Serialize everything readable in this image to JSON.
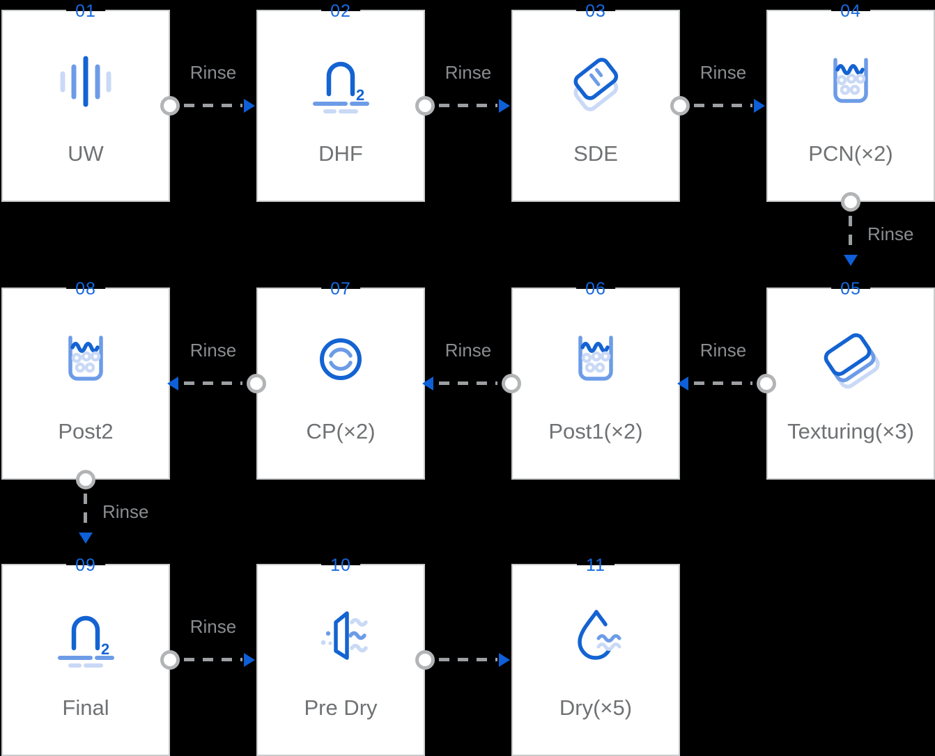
{
  "diagram": {
    "title": "wet-process-flow",
    "steps": [
      {
        "number": "01",
        "label": "UW",
        "icon": "ultrasonic-waves-icon",
        "col": 0,
        "row": 0
      },
      {
        "number": "02",
        "label": "DHF",
        "icon": "hf-bath-icon",
        "col": 1,
        "row": 0
      },
      {
        "number": "03",
        "label": "SDE",
        "icon": "wafer-etch-icon",
        "col": 2,
        "row": 0
      },
      {
        "number": "04",
        "label": "PCN(×2)",
        "icon": "chemical-tank-icon",
        "col": 3,
        "row": 0
      },
      {
        "number": "05",
        "label": "Texturing(×3)",
        "icon": "wafer-stack-icon",
        "col": 3,
        "row": 1
      },
      {
        "number": "06",
        "label": "Post1(×2)",
        "icon": "chemical-tank-icon",
        "col": 2,
        "row": 1
      },
      {
        "number": "07",
        "label": "CP(×2)",
        "icon": "rotation-icon",
        "col": 1,
        "row": 1
      },
      {
        "number": "08",
        "label": "Post2",
        "icon": "chemical-tank-icon",
        "col": 0,
        "row": 1
      },
      {
        "number": "09",
        "label": "Final",
        "icon": "hf-bath-icon",
        "col": 0,
        "row": 2
      },
      {
        "number": "10",
        "label": "Pre Dry",
        "icon": "air-knife-icon",
        "col": 1,
        "row": 2
      },
      {
        "number": "11",
        "label": "Dry(×5)",
        "icon": "droplet-dry-icon",
        "col": 2,
        "row": 2
      }
    ],
    "connectors": [
      {
        "from": "01",
        "to": "02",
        "label": "Rinse",
        "direction": "right"
      },
      {
        "from": "02",
        "to": "03",
        "label": "Rinse",
        "direction": "right"
      },
      {
        "from": "03",
        "to": "04",
        "label": "Rinse",
        "direction": "right"
      },
      {
        "from": "04",
        "to": "05",
        "label": "Rinse",
        "direction": "down"
      },
      {
        "from": "05",
        "to": "06",
        "label": "Rinse",
        "direction": "left"
      },
      {
        "from": "06",
        "to": "07",
        "label": "Rinse",
        "direction": "left"
      },
      {
        "from": "07",
        "to": "08",
        "label": "Rinse",
        "direction": "left"
      },
      {
        "from": "08",
        "to": "09",
        "label": "Rinse",
        "direction": "down"
      },
      {
        "from": "09",
        "to": "10",
        "label": "Rinse",
        "direction": "right"
      },
      {
        "from": "10",
        "to": "11",
        "label": "",
        "direction": "right"
      }
    ],
    "colors": {
      "background": "#000000",
      "card_bg": "#ffffff",
      "card_border": "#c9cbcd",
      "step_number": "#1668e0",
      "step_label": "#6f7173",
      "connector_line": "#9da0a3",
      "connector_node_ring": "#b2b4b6",
      "arrow": "#0e5fd8",
      "rinse_label": "#8a8d90",
      "icon_dark_blue": "#1463d2",
      "icon_mid_blue": "#6d9ce7",
      "icon_light_blue": "#c9d9f6"
    }
  }
}
